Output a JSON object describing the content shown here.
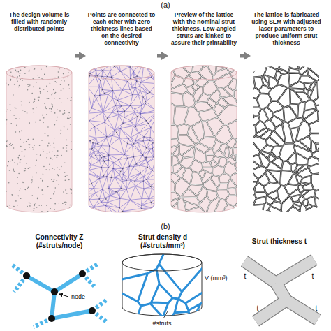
{
  "diagram": {
    "nodes": [
      {
        "text": [
          "The design volume is filled with randomly distributed points"
        ]
      },
      {
        "text": [
          "Points are connected to each other with zero thickness lines based on the desired connectivity"
        ]
      },
      {
        "text": [
          "Preview of the lattice with the nominal strut thickness. Low-angled struts are kinked to assure their printability"
        ]
      },
      {
        "text": [
          "The lattice is fabricated using SLM with adjusted laser parameters to produce uniform strut thickness"
        ]
      }
    ],
    "edges": [
      {
        "from": 0,
        "to": 1,
        "arrow": "to"
      },
      {
        "from": 1,
        "to": 2,
        "arrow": "to"
      },
      {
        "from": 2,
        "to": 3,
        "arrow": "to"
      }
    ],
    "labels": [
      "(a)",
      "(b)",
      "Connectivity Z (#struts/node)",
      "node",
      "Strut density d (#struts/mm³)",
      "V (mm³)",
      "#struts",
      "Strut thickness t",
      "t",
      "t",
      "t",
      "t"
    ]
  }
}
